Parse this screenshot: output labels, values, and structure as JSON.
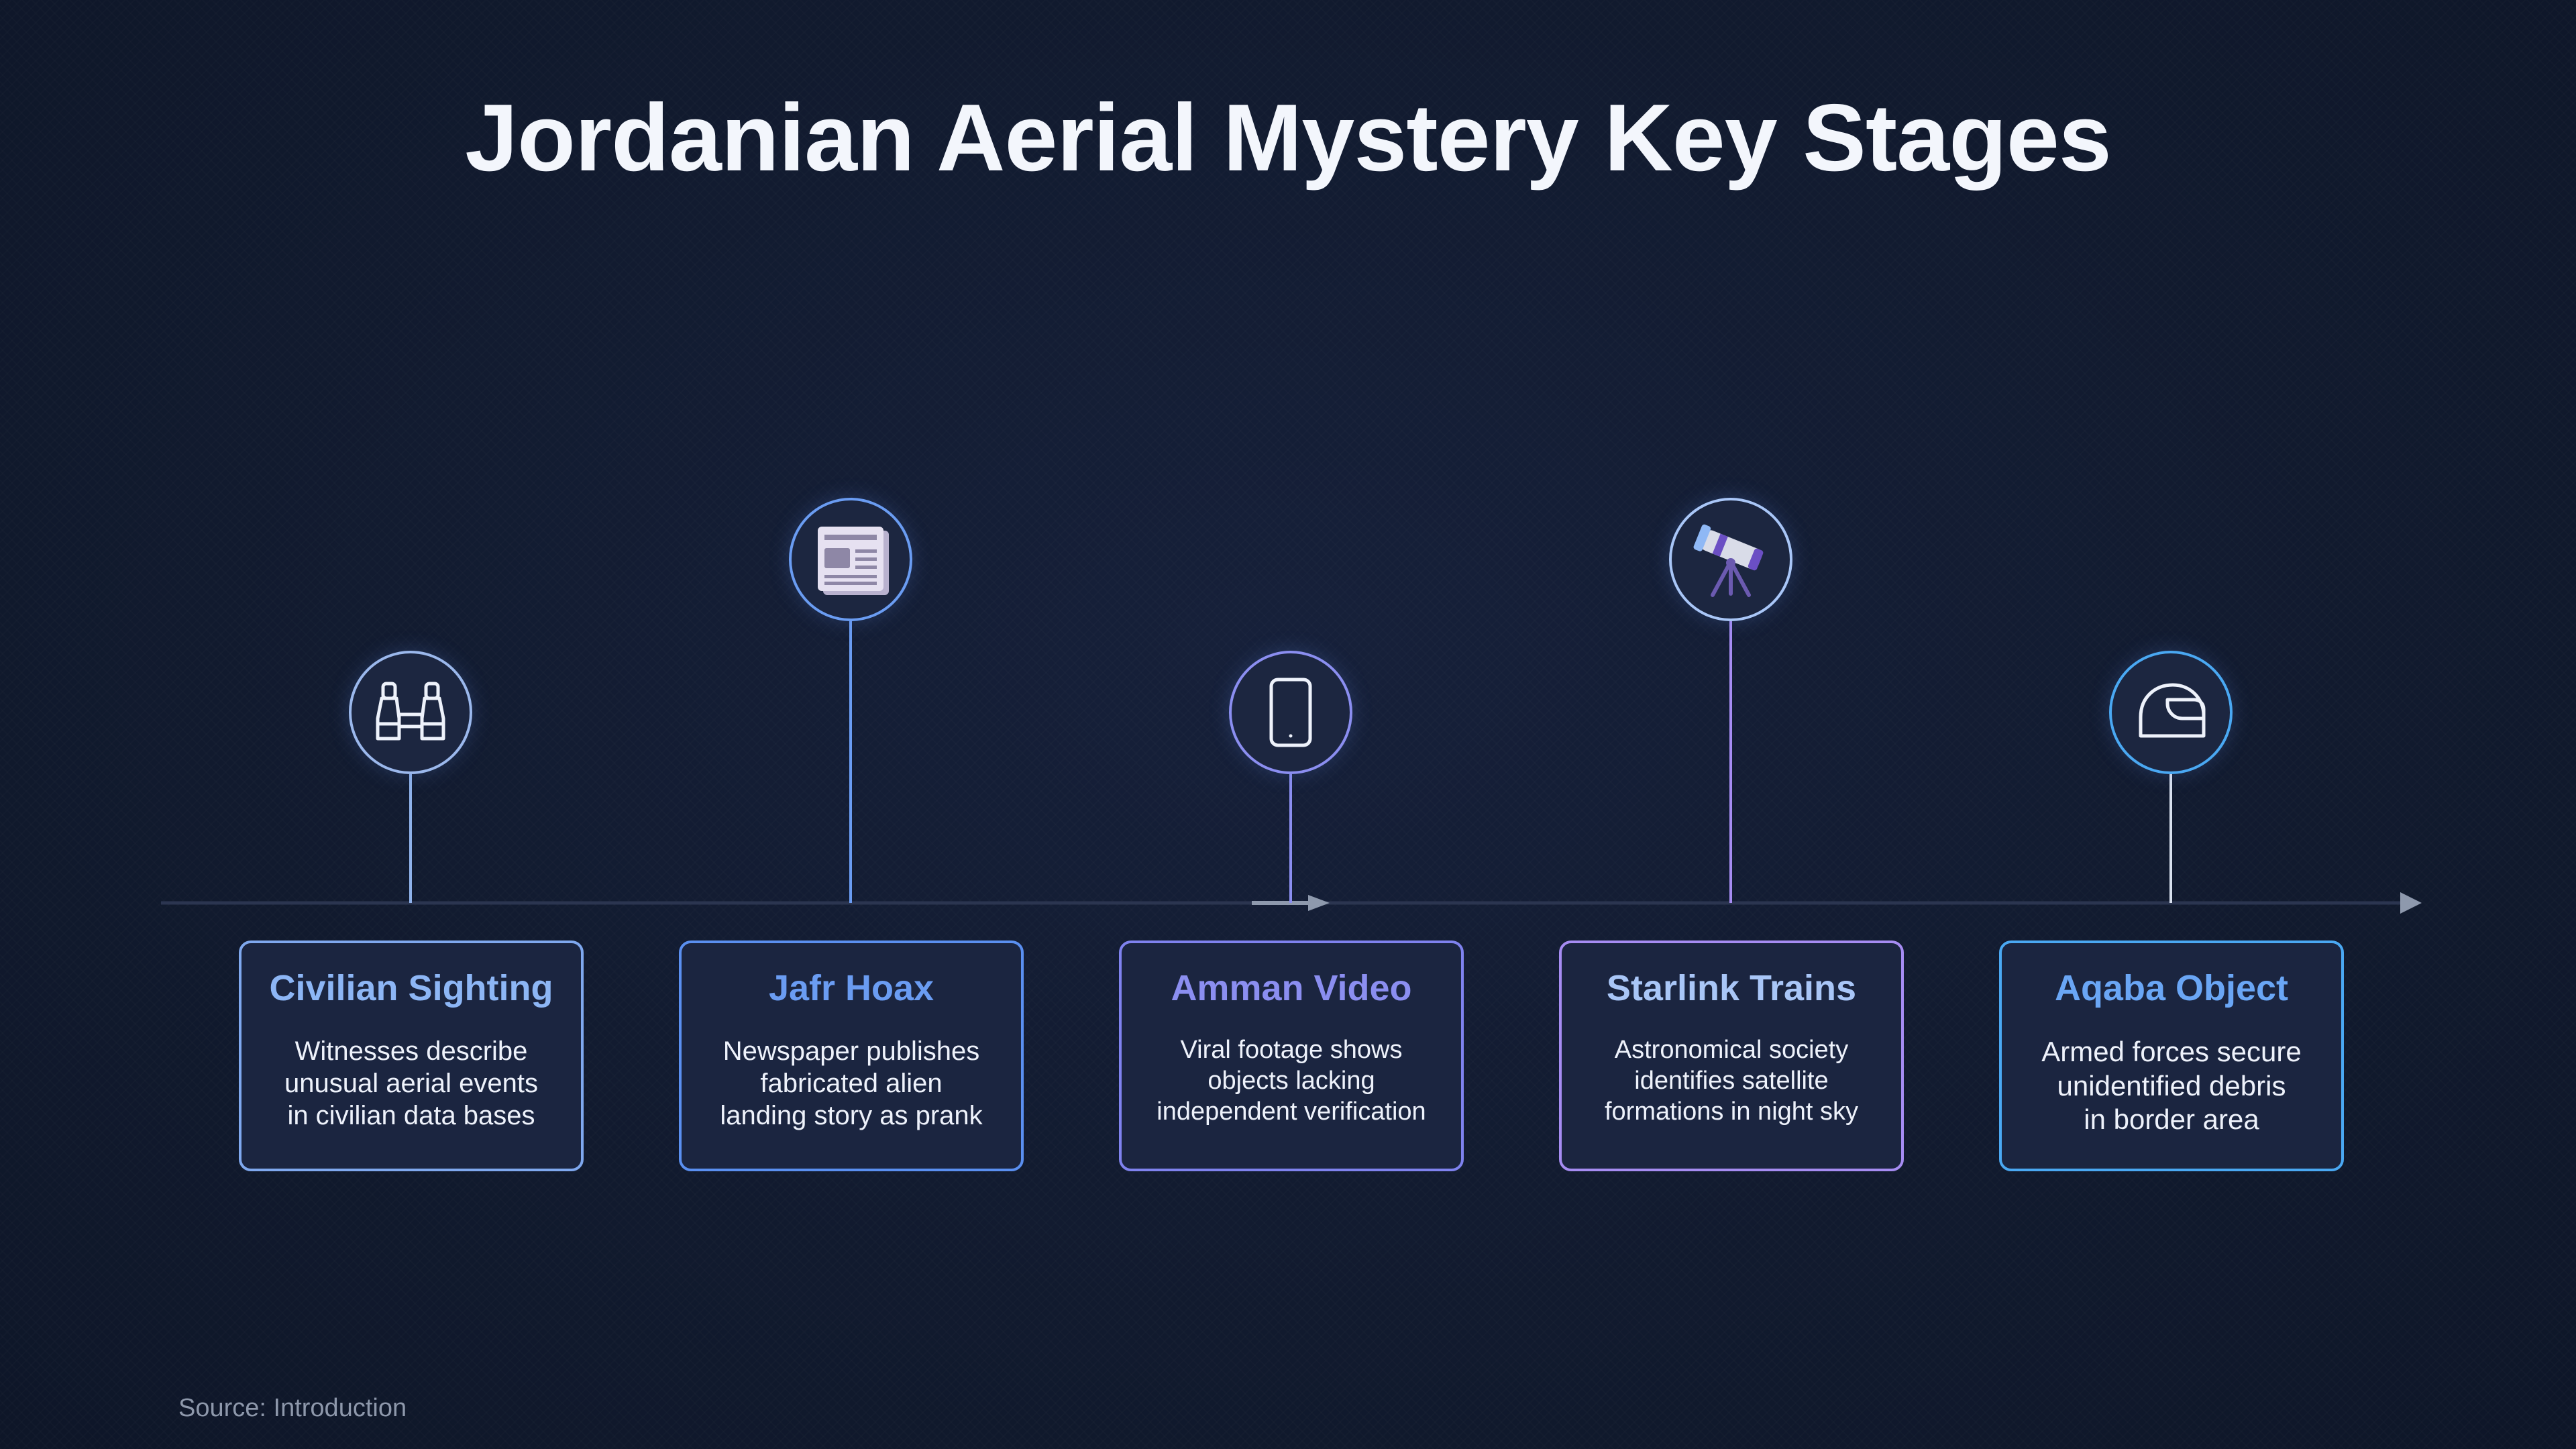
{
  "title": "Jordanian Aerial Mystery Key Stages",
  "source": "Source: Introduction",
  "stages": [
    {
      "icon": "binoculars-icon",
      "title": "Civilian Sighting",
      "title_color": "#8db6f5",
      "border_color": "#7fa8ee",
      "stem_color": "#8fb2ea",
      "description": [
        "Witnesses describe",
        "unusual aerial events",
        "in civilian data bases"
      ]
    },
    {
      "icon": "newspaper-icon",
      "title": "Jafr Hoax",
      "title_color": "#6a9cf2",
      "border_color": "#5a8ff0",
      "stem_color": "#6a9cf2",
      "description": [
        "Newspaper publishes",
        "fabricated alien",
        "landing story as prank"
      ]
    },
    {
      "icon": "phone-icon",
      "title": "Amman Video",
      "title_color": "#8b8ef0",
      "border_color": "#7f82ee",
      "stem_color": "#8b8ef0",
      "description": [
        "Viral footage shows",
        "objects lacking",
        "independent verification"
      ]
    },
    {
      "icon": "telescope-icon",
      "title": "Starlink Trains",
      "title_color": "#a9c6f7",
      "border_color": "#a68cf2",
      "stem_color": "#a68cf2",
      "description": [
        "Astronomical society",
        "identifies satellite",
        "formations in night sky"
      ]
    },
    {
      "icon": "helmet-icon",
      "title": "Aqaba Object",
      "title_color": "#6aa6f5",
      "border_color": "#4aa8f2",
      "stem_color": "#d8e0ee",
      "description": [
        "Armed forces secure",
        "unidentified debris",
        "in border area"
      ]
    }
  ]
}
